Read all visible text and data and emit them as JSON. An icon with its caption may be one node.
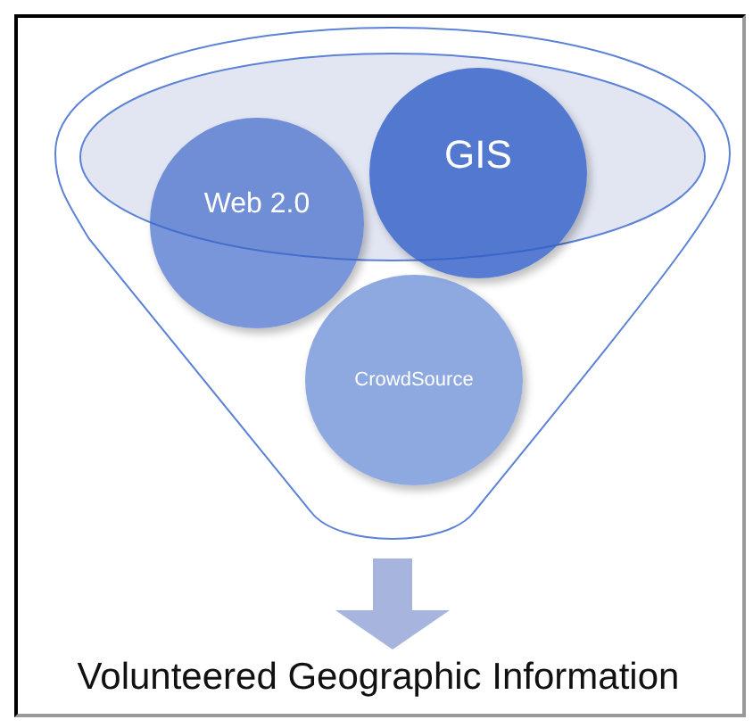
{
  "diagram": {
    "nodes": [
      {
        "text": [],
        "shape": "funnel"
      },
      {
        "text": [
          "Web 2.0"
        ],
        "in": 0
      },
      {
        "text": [
          "GIS"
        ],
        "in": 0
      },
      {
        "text": [
          "CrowdSource"
        ],
        "in": 0
      },
      {
        "text": [
          "Volunteered Geographic Information"
        ]
      }
    ],
    "edges": [
      {
        "from": 0,
        "to": 4,
        "arrow": "to"
      }
    ]
  }
}
